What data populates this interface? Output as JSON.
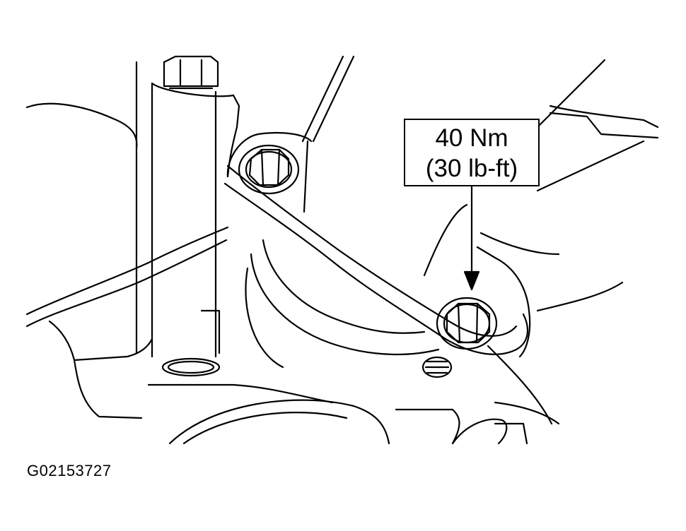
{
  "callout": {
    "torque_metric": "40 Nm",
    "torque_imperial": "(30 lb-ft)"
  },
  "figure": {
    "id": "G02153727"
  },
  "colors": {
    "line": "#000000",
    "background": "#ffffff"
  }
}
